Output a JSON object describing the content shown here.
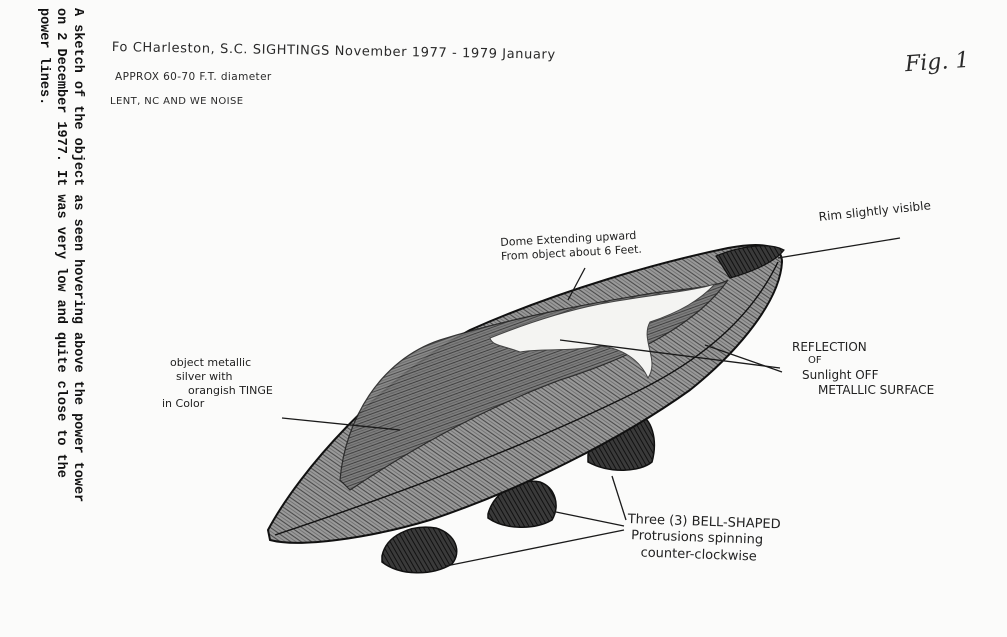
{
  "caption": {
    "lines": [
      "A sketch of the object as seen hovering above the power tower",
      "on 2 December 1977.  It was very low and quite close to the",
      "power lines."
    ]
  },
  "header": {
    "title": "Fo CHarleston, S.C. SIGHTINGS  November 1977 - 1979 January",
    "diameter": "APPROX 60-70 F.T. diameter",
    "names": "LENT, NC AND WE NOISE",
    "figure": "Fig. 1"
  },
  "labels": {
    "rim": [
      "Rim slightly visible"
    ],
    "dome": [
      "Dome Extending upward",
      "From object about 6 Feet."
    ],
    "reflection": [
      "REFLECTION",
      "OF",
      "Sunlight OFF",
      "METALLIC SURFACE"
    ],
    "metallic": [
      "object metallic",
      "silver with",
      "orangish TINGE",
      "in Color"
    ],
    "bells": [
      "Three (3) BELL-SHAPED",
      "Protrusions spinning",
      "counter-clockwise"
    ]
  },
  "colors": {
    "ink": "#1a1a1a",
    "paper": "#fbfbfa",
    "shade": "#6b6b6b"
  }
}
